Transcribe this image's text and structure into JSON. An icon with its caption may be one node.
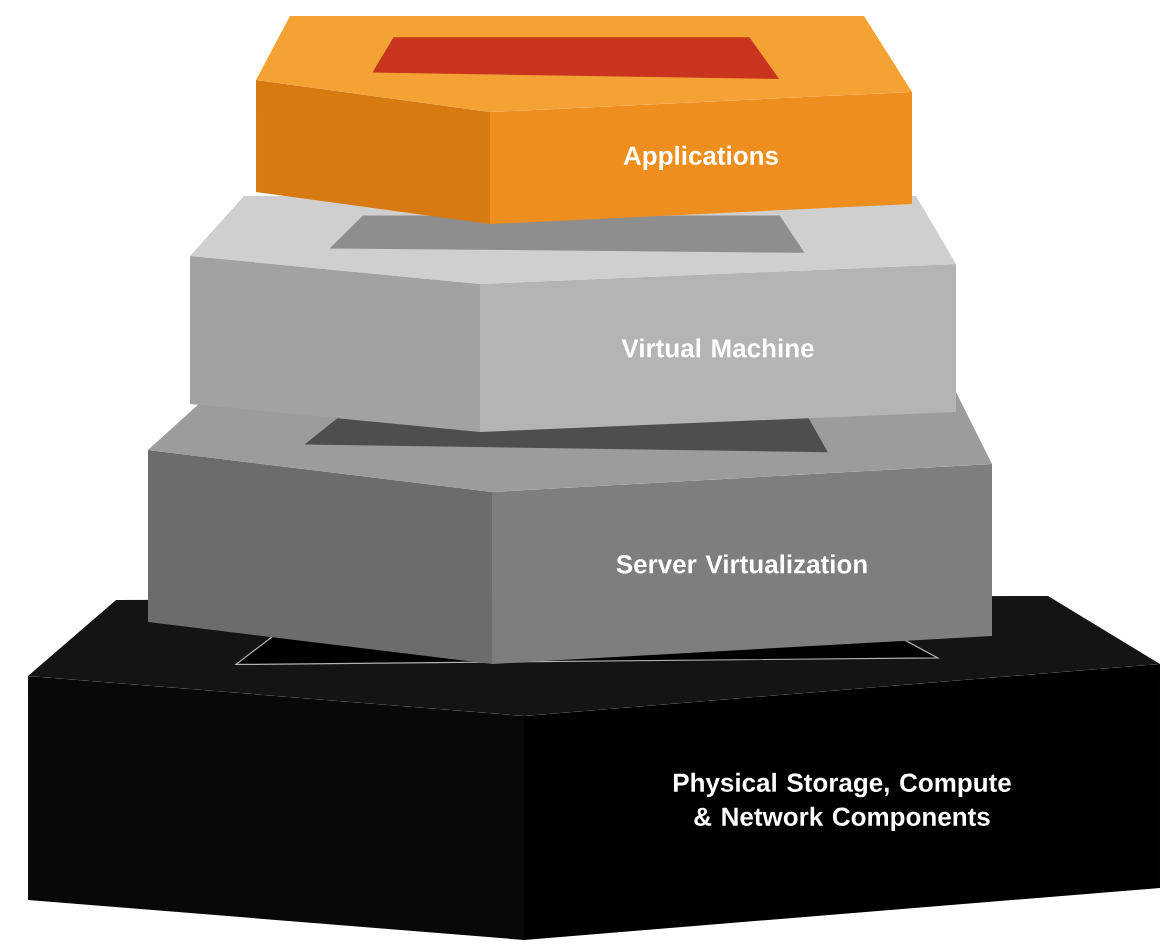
{
  "diagram": {
    "nodes": [
      {
        "text": [
          "Applications"
        ]
      },
      {
        "text": [
          "Virtual Machine"
        ]
      },
      {
        "text": [
          "Server Virtualization"
        ]
      },
      {
        "text": [
          "Physical Storage, Compute & Network Components"
        ]
      }
    ]
  }
}
